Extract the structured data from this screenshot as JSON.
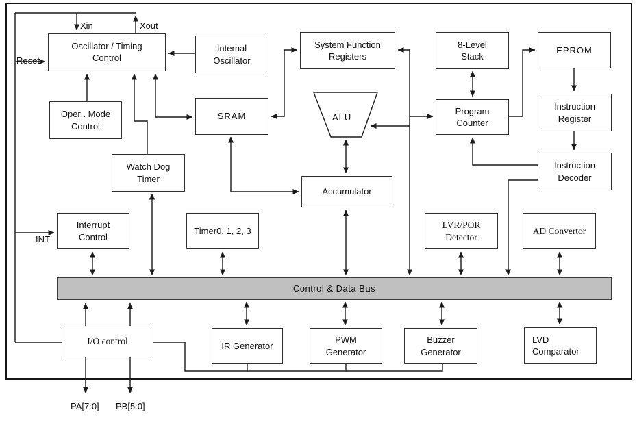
{
  "diagram": {
    "blocks": {
      "oscillator_timing_control": "Oscillator / Timing\nControl",
      "internal_oscillator": "Internal\nOscillator",
      "system_function_registers": "System Function\nRegisters",
      "eight_level_stack": "8-Level\nStack",
      "eprom": "EPROM",
      "oper_mode_control": "Oper . Mode\nControl",
      "sram": "SRAM",
      "alu": "ALU",
      "program_counter": "Program\nCounter",
      "instruction_register": "Instruction\nRegister",
      "watch_dog_timer": "Watch Dog\nTimer",
      "accumulator": "Accumulator",
      "instruction_decoder": "Instruction\nDecoder",
      "interrupt_control": "Interrupt\nControl",
      "timers": "Timer0, 1, 2, 3",
      "lvr_por_detector": "LVR/POR\nDetector",
      "ad_convertor": "AD Convertor",
      "io_control": "I/O control",
      "ir_generator": "IR Generator",
      "pwm_generator": "PWM\nGenerator",
      "buzzer_generator": "Buzzer\nGenerator",
      "lvd_comparator": "LVD\nComparator"
    },
    "bus_label": "Control & Data Bus",
    "pin_labels": {
      "xin": "Xin",
      "xout": "Xout",
      "reset": "Reset",
      "int": "INT",
      "pa": "PA[7:0]",
      "pb": "PB[5:0]"
    },
    "colors": {
      "bus_fill": "#c0c0c0",
      "line": "#1a1a1a",
      "box_background": "#ffffff"
    }
  }
}
